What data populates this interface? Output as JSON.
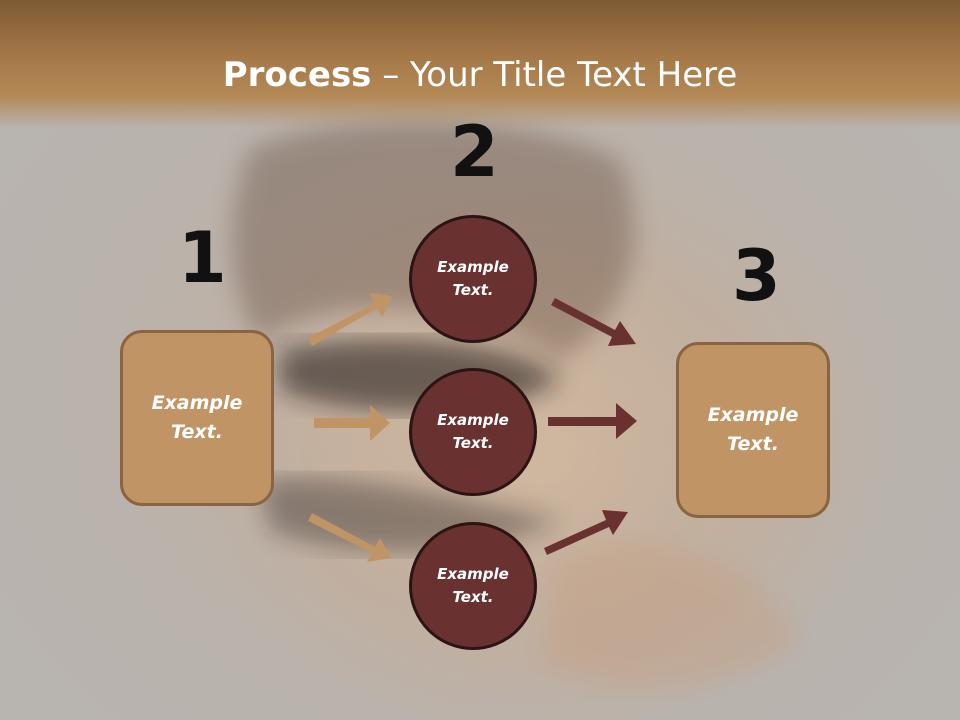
{
  "title": {
    "bold": "Process",
    "rest": " – Your Title Text Here"
  },
  "steps": {
    "one": "1",
    "two": "2",
    "three": "3"
  },
  "nodes": {
    "left_box": "Example\nText.",
    "circle_top": "Example\nText.",
    "circle_middle": "Example\nText.",
    "circle_bottom": "Example\nText.",
    "right_box": "Example\nText."
  },
  "colors": {
    "box_fill": "#c19465",
    "circle_fill": "#6a3131",
    "arrow_left": "#c19465",
    "arrow_right": "#6a3131",
    "header": "#a57848"
  }
}
